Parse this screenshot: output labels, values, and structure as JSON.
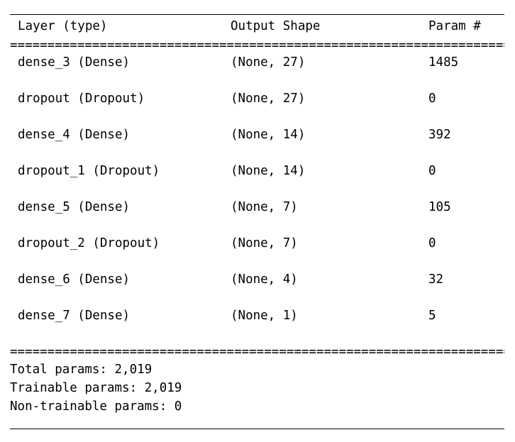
{
  "header": {
    "layer": "Layer (type)",
    "shape": "Output Shape",
    "param": "Param #"
  },
  "separator": "==================================================================================",
  "layers": [
    {
      "name": "dense_3 (Dense)",
      "shape": "(None, 27)",
      "params": "1485"
    },
    {
      "name": "dropout (Dropout)",
      "shape": "(None, 27)",
      "params": "0"
    },
    {
      "name": "dense_4 (Dense)",
      "shape": "(None, 14)",
      "params": "392"
    },
    {
      "name": "dropout_1 (Dropout)",
      "shape": "(None, 14)",
      "params": "0"
    },
    {
      "name": "dense_5 (Dense)",
      "shape": "(None, 7)",
      "params": "105"
    },
    {
      "name": "dropout_2 (Dropout)",
      "shape": "(None, 7)",
      "params": "0"
    },
    {
      "name": "dense_6 (Dense)",
      "shape": "(None, 4)",
      "params": "32"
    },
    {
      "name": "dense_7 (Dense)",
      "shape": "(None, 1)",
      "params": "5"
    }
  ],
  "totals": {
    "total": "Total params: 2,019",
    "trainable": "Trainable params: 2,019",
    "non_trainable": "Non-trainable params: 0"
  }
}
